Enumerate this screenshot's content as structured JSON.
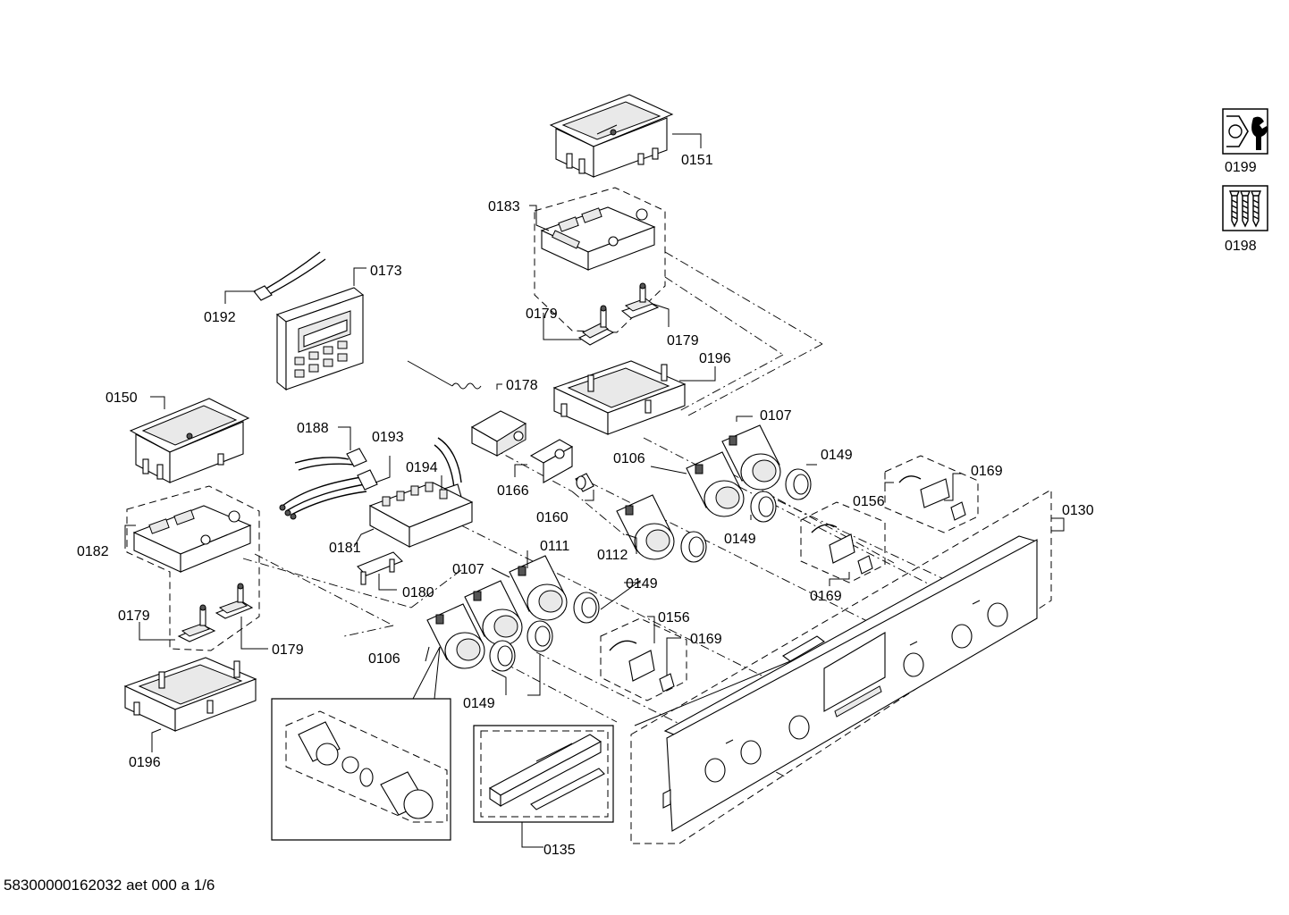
{
  "part_labels": {
    "p0151": "0151",
    "p0183": "0183",
    "p0179a": "0179",
    "p0179b": "0179",
    "p0196a": "0196",
    "p0173": "0173",
    "p0192": "0192",
    "p0178": "0178",
    "p0107a": "0107",
    "p0149a": "0149",
    "p0106a": "0106",
    "p0169a": "0169",
    "p0156a": "0156",
    "p0130": "0130",
    "p0150": "0150",
    "p0188": "0188",
    "p0193": "0193",
    "p0194": "0194",
    "p0166": "0166",
    "p0160": "0160",
    "p0149b": "0149",
    "p0112": "0112",
    "p0169b": "0169",
    "p0182": "0182",
    "p0181": "0181",
    "p0111": "0111",
    "p0107b": "0107",
    "p0149c": "0149",
    "p0180": "0180",
    "p0156b": "0156",
    "p0169c": "0169",
    "p0179c": "0179",
    "p0179d": "0179",
    "p0106b": "0106",
    "p0149d": "0149",
    "p0196b": "0196",
    "p0135": "0135"
  },
  "side_icons": {
    "tool": {
      "label": "0199",
      "icon": "wrench-tool-icon"
    },
    "screws": {
      "label": "0198",
      "icon": "screws-icon"
    }
  },
  "footer": {
    "doc_ref": "58300000162032 aet 000 a 1/6"
  }
}
